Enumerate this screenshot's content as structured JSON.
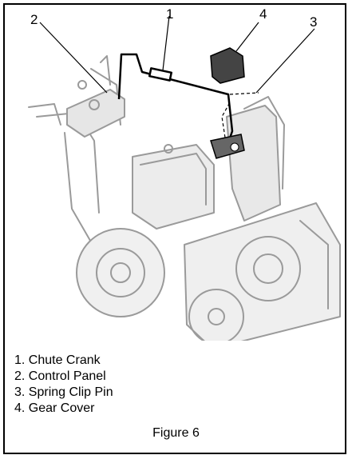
{
  "callouts": {
    "one": "1",
    "two": "2",
    "three": "3",
    "four": "4"
  },
  "legend": {
    "items": [
      "1. Chute Crank",
      "2. Control Panel",
      "3. Spring Clip Pin",
      "4. Gear Cover"
    ]
  },
  "caption": "Figure 6"
}
